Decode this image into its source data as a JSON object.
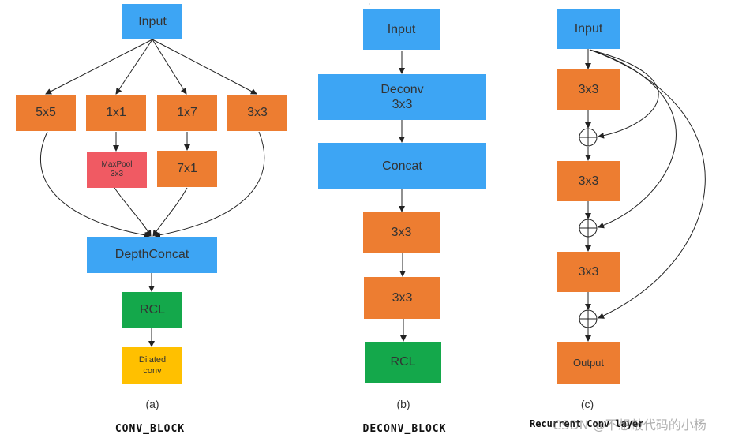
{
  "panel_a": {
    "input": "Input",
    "branch_5x5": "5x5",
    "branch_1x1": "1x1",
    "branch_1x7": "1x7",
    "branch_3x3": "3x3",
    "maxpool": "MaxPool\n3x3",
    "branch_7x1": "7x1",
    "depthconcat": "DepthConcat",
    "rcl": "RCL",
    "dilated": "Dilated\nconv",
    "caption": "(a)",
    "title": "CONV_BLOCK"
  },
  "panel_b": {
    "input": "Input",
    "deconv": "Deconv\n3x3",
    "concat": "Concat",
    "conv1": "3x3",
    "conv2": "3x3",
    "rcl": "RCL",
    "caption": "(b)",
    "title": "DECONV_BLOCK"
  },
  "panel_c": {
    "input": "Input",
    "conv1": "3x3",
    "conv2": "3x3",
    "conv3": "3x3",
    "output": "Output",
    "caption": "(c)",
    "title": "Recurrent Conv layer"
  },
  "watermark": "CSDN @不想敲代码的小杨",
  "colors": {
    "blue": "#3DA5F4",
    "orange": "#ED7D31",
    "green": "#14A84B",
    "red": "#F05A63",
    "yellow": "#FFC000"
  }
}
